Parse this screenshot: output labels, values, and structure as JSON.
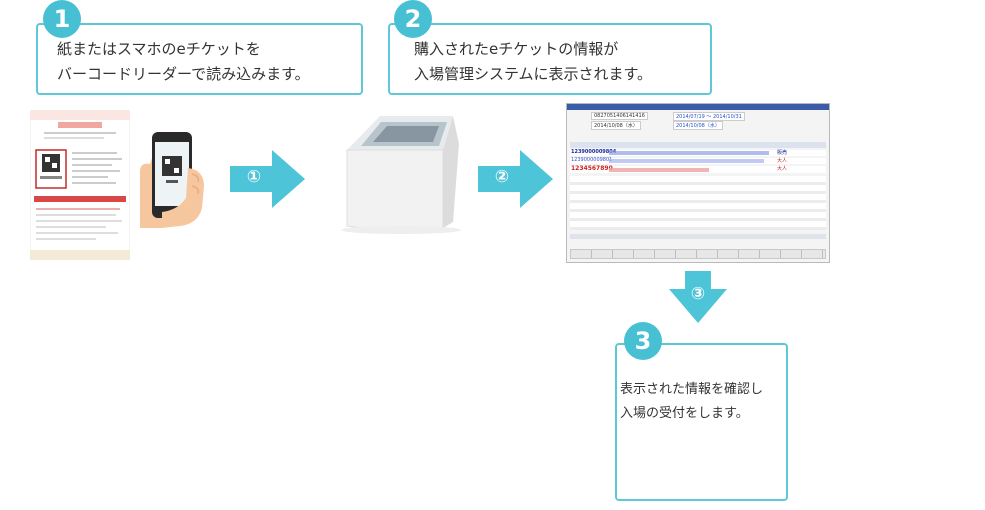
{
  "steps": [
    {
      "number": "1",
      "line1": "紙またはスマホのeチケットを",
      "line2": "バーコードリーダーで読み込みます。"
    },
    {
      "number": "2",
      "line1": "購入されたeチケットの情報が",
      "line2": "入場管理システムに表示されます。"
    },
    {
      "number": "3",
      "line1": "表示された情報を確認し",
      "line2": "入場の受付をします。"
    }
  ],
  "arrows": {
    "a1": "①",
    "a2": "②",
    "a3": "③"
  },
  "screen": {
    "field1_value": "0827051406141416",
    "date_range": "2014/07/19 ～ 2014/10/31",
    "date2": "2014/10/08（水）",
    "date3": "2014/10/08（水）",
    "rows": [
      {
        "code": "1239000009804",
        "type": "販売",
        "color": "#1a2a9e"
      },
      {
        "code": "1239000009801",
        "type": "大人",
        "color": "#cc2222"
      },
      {
        "code": "1234567890",
        "type": "大人",
        "color": "#cc2222"
      }
    ]
  },
  "colors": {
    "accent": "#48c0d4",
    "border": "#5ec8d8",
    "arrow": "#4ec4d8"
  }
}
